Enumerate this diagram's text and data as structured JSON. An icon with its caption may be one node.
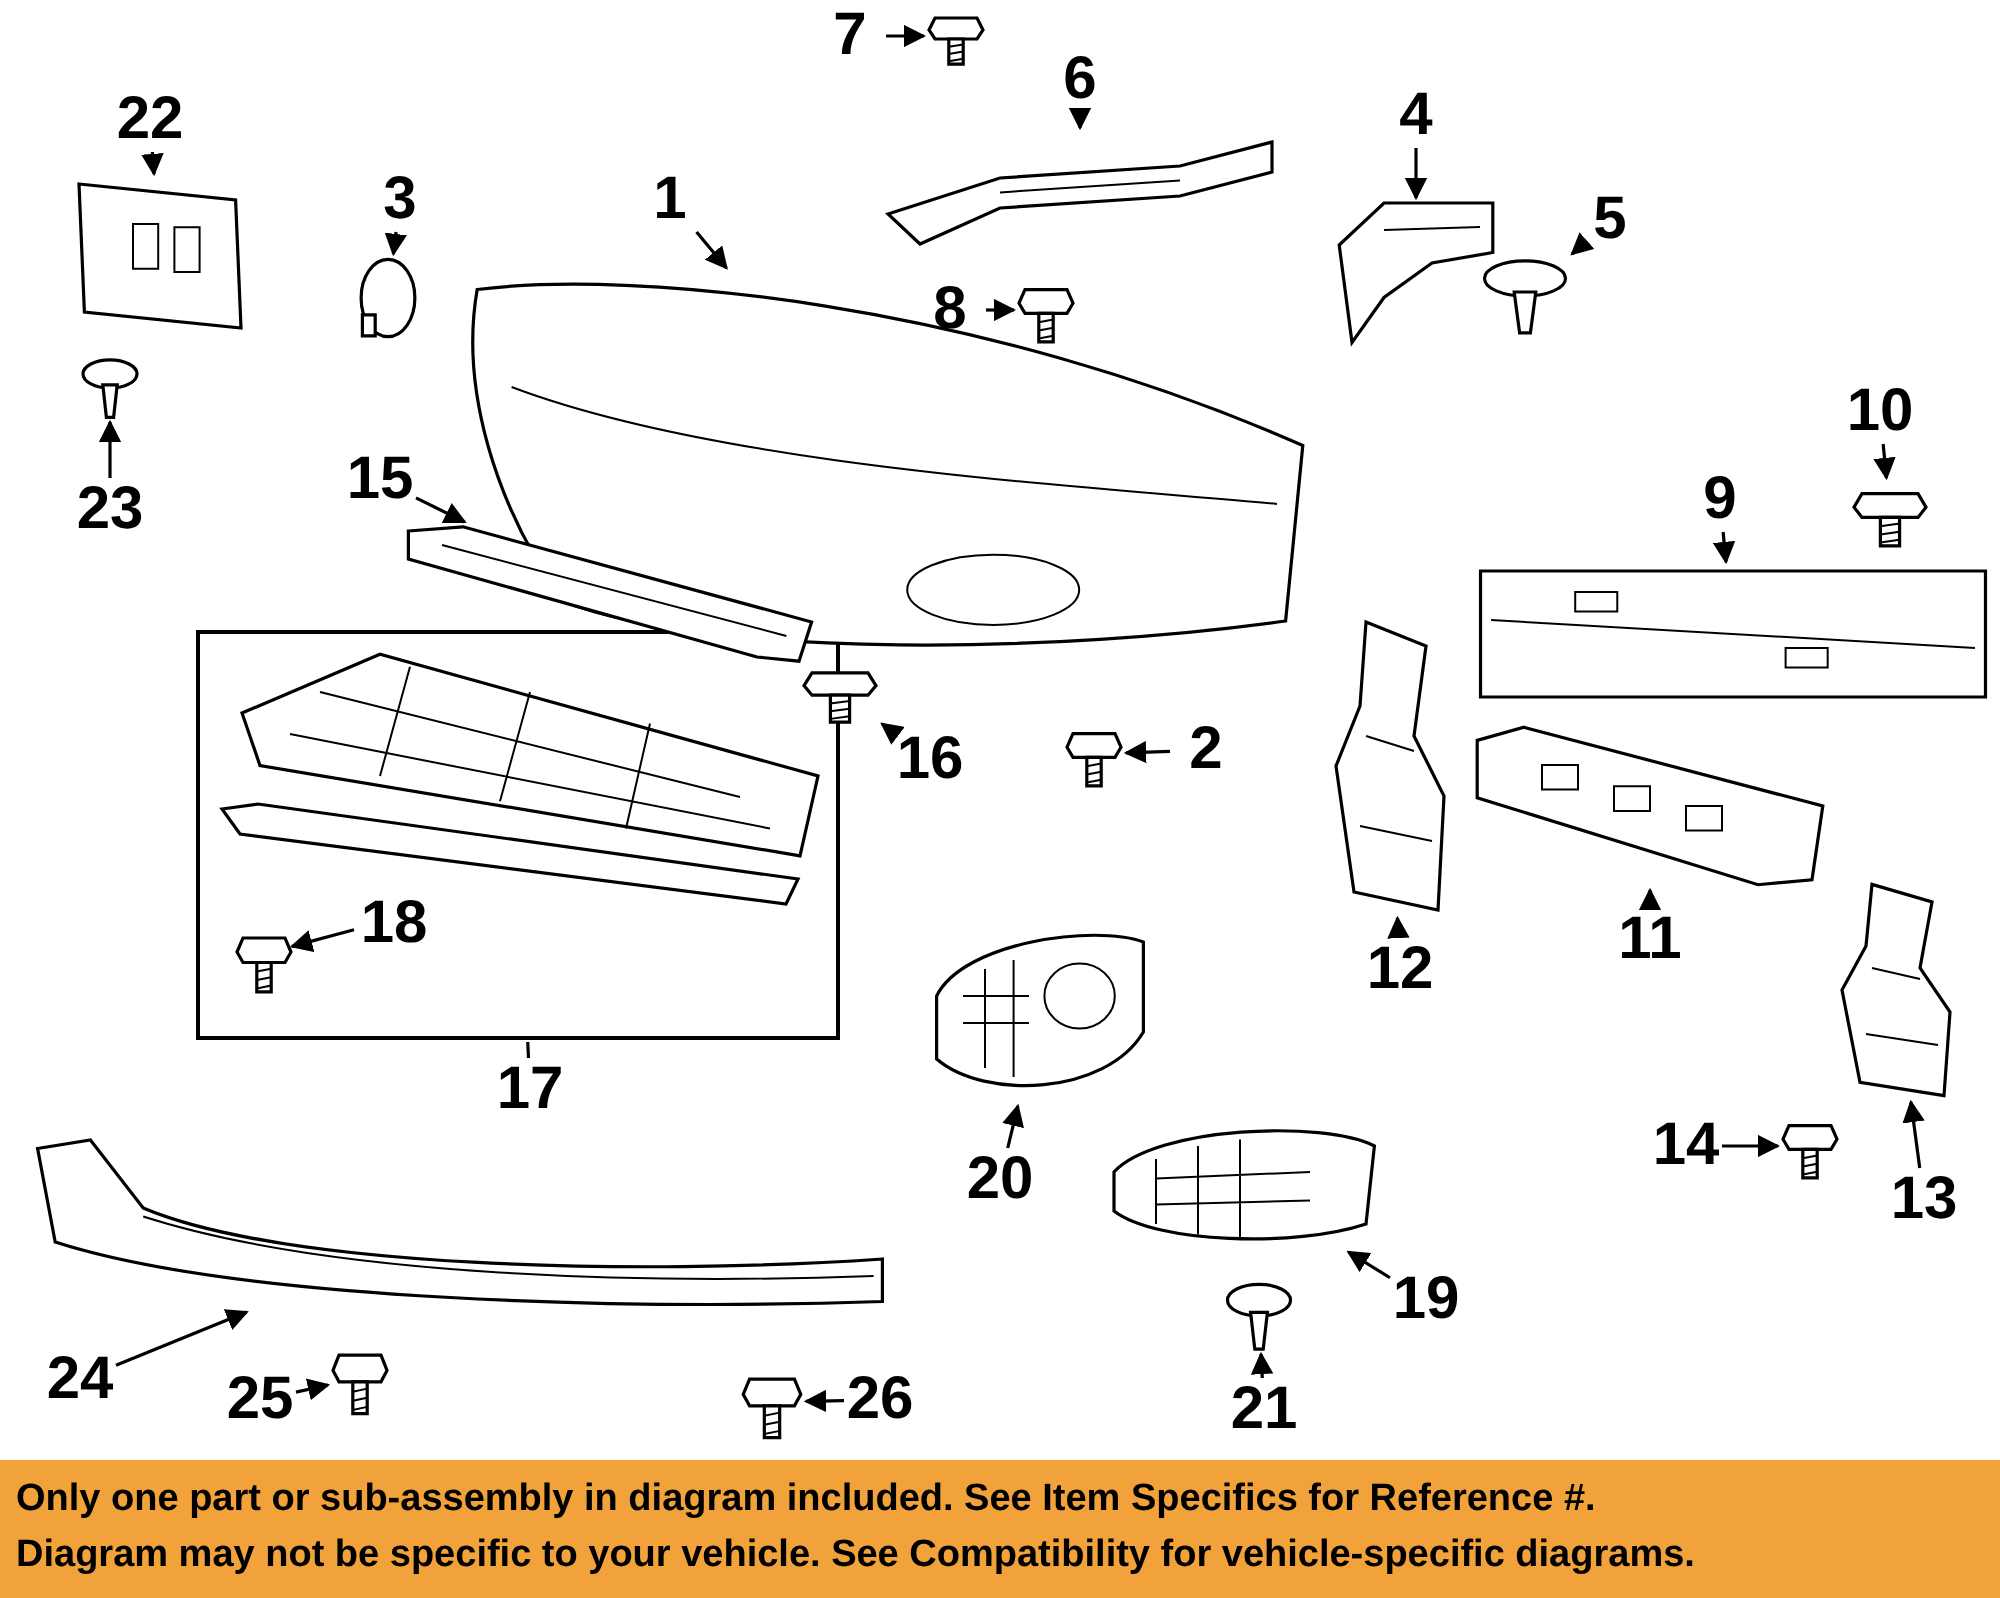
{
  "diagram": {
    "nodes": [
      {
        "text": [],
        "shape": "box"
      },
      {
        "text": [
          "1"
        ]
      },
      {
        "text": [
          "2"
        ]
      },
      {
        "text": [
          "3"
        ]
      },
      {
        "text": [
          "4"
        ]
      },
      {
        "text": [
          "5"
        ]
      },
      {
        "text": [
          "6"
        ]
      },
      {
        "text": [
          "7"
        ]
      },
      {
        "text": [
          "8"
        ]
      },
      {
        "text": [
          "9"
        ]
      },
      {
        "text": [
          "10"
        ]
      },
      {
        "text": [
          "11"
        ]
      },
      {
        "text": [
          "12"
        ]
      },
      {
        "text": [
          "13"
        ]
      },
      {
        "text": [
          "14"
        ]
      },
      {
        "text": [
          "15"
        ]
      },
      {
        "text": [
          "16"
        ]
      },
      {
        "text": [
          "17"
        ]
      },
      {
        "text": [
          "18"
        ],
        "in": 0
      },
      {
        "text": [
          "19"
        ]
      },
      {
        "text": [
          "20"
        ]
      },
      {
        "text": [
          "21"
        ]
      },
      {
        "text": [
          "22"
        ]
      },
      {
        "text": [
          "23"
        ]
      },
      {
        "text": [
          "24"
        ]
      },
      {
        "text": [
          "25"
        ]
      },
      {
        "text": [
          "26"
        ]
      },
      {
        "text": [],
        "shape": "picture"
      },
      {
        "text": [],
        "shape": "picture"
      },
      {
        "text": [],
        "shape": "picture"
      },
      {
        "text": [],
        "shape": "picture"
      },
      {
        "text": [],
        "shape": "picture"
      },
      {
        "text": [],
        "shape": "picture"
      },
      {
        "text": [],
        "shape": "picture"
      },
      {
        "text": [],
        "shape": "picture"
      },
      {
        "text": [],
        "shape": "picture"
      },
      {
        "text": [],
        "shape": "picture"
      },
      {
        "text": [],
        "shape": "picture"
      },
      {
        "text": [],
        "shape": "picture"
      },
      {
        "text": [],
        "shape": "picture"
      },
      {
        "text": [],
        "shape": "picture"
      },
      {
        "text": [],
        "shape": "picture"
      },
      {
        "text": [],
        "shape": "picture"
      },
      {
        "text": [],
        "shape": "picture",
        "in": 0
      },
      {
        "text": [],
        "shape": "picture"
      },
      {
        "text": [],
        "shape": "picture"
      },
      {
        "text": [],
        "shape": "picture"
      },
      {
        "text": [],
        "shape": "picture"
      },
      {
        "text": [],
        "shape": "picture"
      },
      {
        "text": [],
        "shape": "picture"
      },
      {
        "text": [],
        "shape": "picture"
      },
      {
        "text": [],
        "shape": "picture"
      }
    ],
    "edges": [
      {
        "from": 1,
        "to": 27,
        "arrow": "to"
      },
      {
        "from": 2,
        "to": 28,
        "arrow": "to"
      },
      {
        "from": 3,
        "to": 29,
        "arrow": "to"
      },
      {
        "from": 4,
        "to": 30,
        "arrow": "to"
      },
      {
        "from": 5,
        "to": 31,
        "arrow": "to"
      },
      {
        "from": 6,
        "to": 32,
        "arrow": "to"
      },
      {
        "from": 7,
        "to": 33,
        "arrow": "to"
      },
      {
        "from": 8,
        "to": 34,
        "arrow": "to"
      },
      {
        "from": 9,
        "to": 35,
        "arrow": "to"
      },
      {
        "from": 10,
        "to": 36,
        "arrow": "to"
      },
      {
        "from": 11,
        "to": 37,
        "arrow": "to"
      },
      {
        "from": 12,
        "to": 38,
        "arrow": "to"
      },
      {
        "from": 13,
        "to": 39,
        "arrow": "to"
      },
      {
        "from": 14,
        "to": 40,
        "arrow": "to"
      },
      {
        "from": 15,
        "to": 41,
        "arrow": "to"
      },
      {
        "from": 16,
        "to": 42,
        "arrow": "to"
      },
      {
        "from": 17,
        "to": 0,
        "arrow": "none"
      },
      {
        "from": 18,
        "to": 43,
        "arrow": "to"
      },
      {
        "from": 19,
        "to": 44,
        "arrow": "to"
      },
      {
        "from": 20,
        "to": 45,
        "arrow": "to"
      },
      {
        "from": 21,
        "to": 46,
        "arrow": "to"
      },
      {
        "from": 22,
        "to": 47,
        "arrow": "to"
      },
      {
        "from": 23,
        "to": 48,
        "arrow": "to"
      },
      {
        "from": 24,
        "to": 49,
        "arrow": "to"
      },
      {
        "from": 25,
        "to": 50,
        "arrow": "to"
      },
      {
        "from": 26,
        "to": 51,
        "arrow": "to"
      }
    ],
    "labels": [
      "Only one part or sub-assembly in diagram included. See Item Specifics for Reference #.",
      "Diagram may not be specific to your vehicle. See Compatibility for vehicle-specific diagrams."
    ]
  }
}
